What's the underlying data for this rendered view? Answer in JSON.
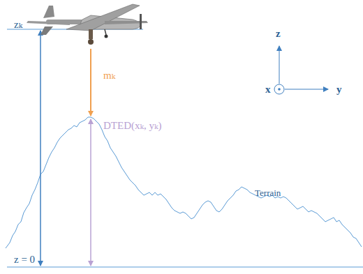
{
  "diagram": {
    "labels": [
      "zₖ",
      "mₖ",
      "DTED(xₖ, yₖ)",
      "z",
      "x",
      "y",
      "Terrain",
      "z = 0"
    ]
  }
}
